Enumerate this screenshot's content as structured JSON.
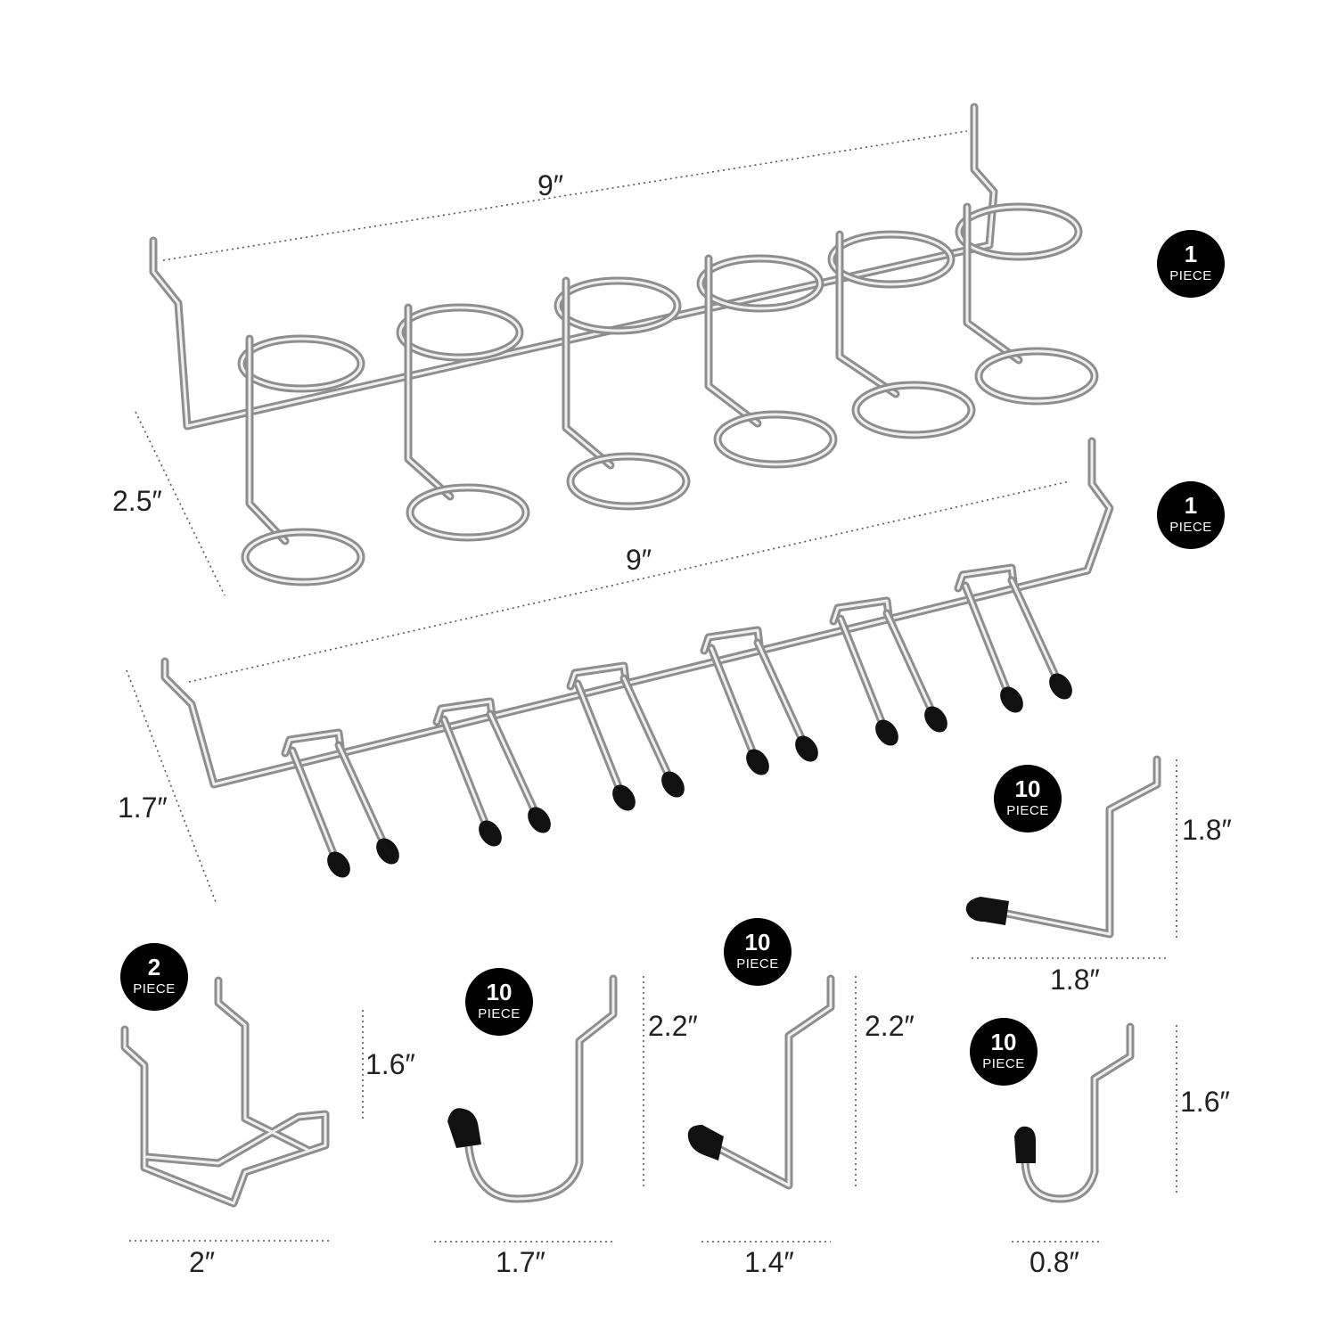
{
  "rack_rings": {
    "length_label": "9″",
    "height_label": "2.5″",
    "badge": {
      "count": "1",
      "unit": "PIECE"
    }
  },
  "rack_hooks": {
    "length_label": "9″",
    "height_label": "1.7″",
    "badge": {
      "count": "1",
      "unit": "PIECE"
    }
  },
  "hook_angled": {
    "height_label": "1.8″",
    "width_label": "1.8″",
    "badge": {
      "count": "10",
      "unit": "PIECE"
    }
  },
  "hook_cradle": {
    "height_label": "1.6″",
    "width_label": "2″",
    "badge": {
      "count": "2",
      "unit": "PIECE"
    }
  },
  "hook_j_large": {
    "height_label": "2.2″",
    "width_label": "1.7″",
    "badge": {
      "count": "10",
      "unit": "PIECE"
    }
  },
  "hook_v": {
    "height_label": "2.2″",
    "width_label": "1.4″",
    "badge": {
      "count": "10",
      "unit": "PIECE"
    }
  },
  "hook_j_small": {
    "height_label": "1.6″",
    "width_label": "0.8″",
    "badge": {
      "count": "10",
      "unit": "PIECE"
    }
  },
  "colors": {
    "wire": "#8e8e8e",
    "wire_highlight": "#efefef",
    "rubber_tip": "#111111",
    "badge_bg": "#000000"
  }
}
